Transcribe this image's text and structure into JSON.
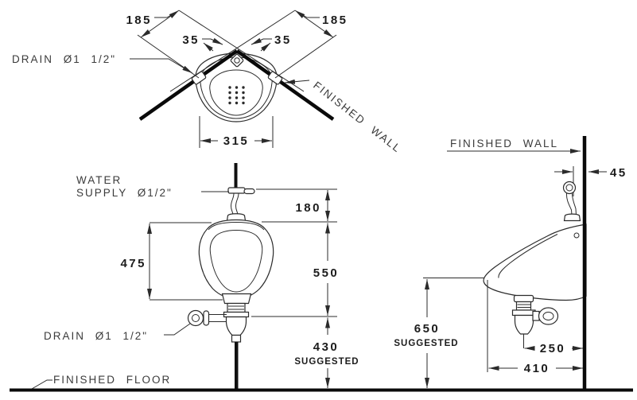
{
  "colors": {
    "background": "#ffffff",
    "line": "#2b2b2b",
    "heavy_line": "#0a0a0a",
    "text": "#1c1c1c"
  },
  "plan_view": {
    "drain_label": "DRAIN Ø1 1/2\"",
    "finished_wall_label": "FINISHED WALL",
    "dim_corner_to_drain_left": "185",
    "dim_corner_to_drain_right": "185",
    "dim_inlet_offset_left": "35",
    "dim_inlet_offset_right": "35",
    "dim_bowl_width": "315"
  },
  "front_view": {
    "water_supply_label_line1": "WATER",
    "water_supply_label_line2": "SUPPLY Ø1/2\"",
    "dim_supply_above_rim": "180",
    "dim_bowl_height": "475",
    "dim_rim_to_drain": "550",
    "dim_drain_height": "430",
    "dim_drain_height_note": "SUGGESTED",
    "drain_label": "DRAIN Ø1 1/2\"",
    "finished_floor_label": "FINISHED FLOOR"
  },
  "side_view": {
    "finished_wall_label": "FINISHED WALL",
    "dim_supply_from_wall": "45",
    "dim_rim_height": "650",
    "dim_rim_height_note": "SUGGESTED",
    "dim_trap_from_wall": "250",
    "dim_depth": "410"
  }
}
